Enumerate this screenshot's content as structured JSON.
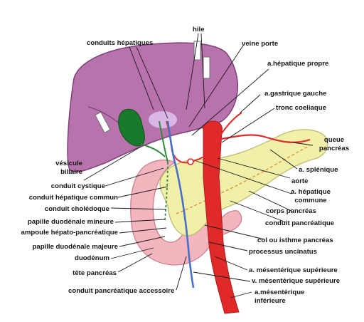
{
  "labels": {
    "conduits_hepatiques": "conduits hépatiques",
    "hile": "hile",
    "veine_porte": "veine porte",
    "a_hepatique_propre": "a.hépatique propre",
    "a_gastrique_gauche": "a.gastrique gauche",
    "tronc_coeliaque": "tronc coeliaque",
    "queue_pancreas_1": "queue",
    "queue_pancreas_2": "pancréas",
    "vesicule_biliaire_1": "vésicule",
    "vesicule_biliaire_2": "biliaire",
    "a_splenique": "a. splénique",
    "aorte": "aorte",
    "a_hepatique_commune_1": "a. hépatique",
    "a_hepatique_commune_2": "commune",
    "conduit_cystique": "conduit cystique",
    "conduit_hepatique_commun": "conduit hépatique commun",
    "corps_pancreas": "corps pancréas",
    "conduit_choledoque": "conduit cholédoque",
    "conduit_pancreatique": "conduit pancréatique",
    "papille_duodenale_mineure": "papille duodénale mineure",
    "ampoule_hepato_pancreatique": "ampoule hépato-pancréatique",
    "col_isthme_pancreas": "col ou isthme pancréas",
    "papille_duodenale_majeure": "papille duodénale majeure",
    "processus_uncinatus": "processus uncinatus",
    "duodenum": "duodénum",
    "a_mesenterique_superieure": "a. mésentérique supérieure",
    "tete_pancreas": "tête pancréas",
    "v_mesenterique_superieure": "v. mésentérique supérieure",
    "conduit_pancreatique_accessoire": "conduit pancréatique accessoire",
    "a_mesenterique_inferieure_1": "a.mésentérique",
    "a_mesenterique_inferieure_2": "inférieure"
  },
  "colors": {
    "liver": "#b873ad",
    "gallbladder": "#1a7a2c",
    "pancreas": "#f0f0a8",
    "duodenum": "#f3b5be",
    "artery": "#e02a2a",
    "vein": "#4a6fc8",
    "bile_duct": "#2f8a3c",
    "leader_line": "#1a1a1a"
  }
}
